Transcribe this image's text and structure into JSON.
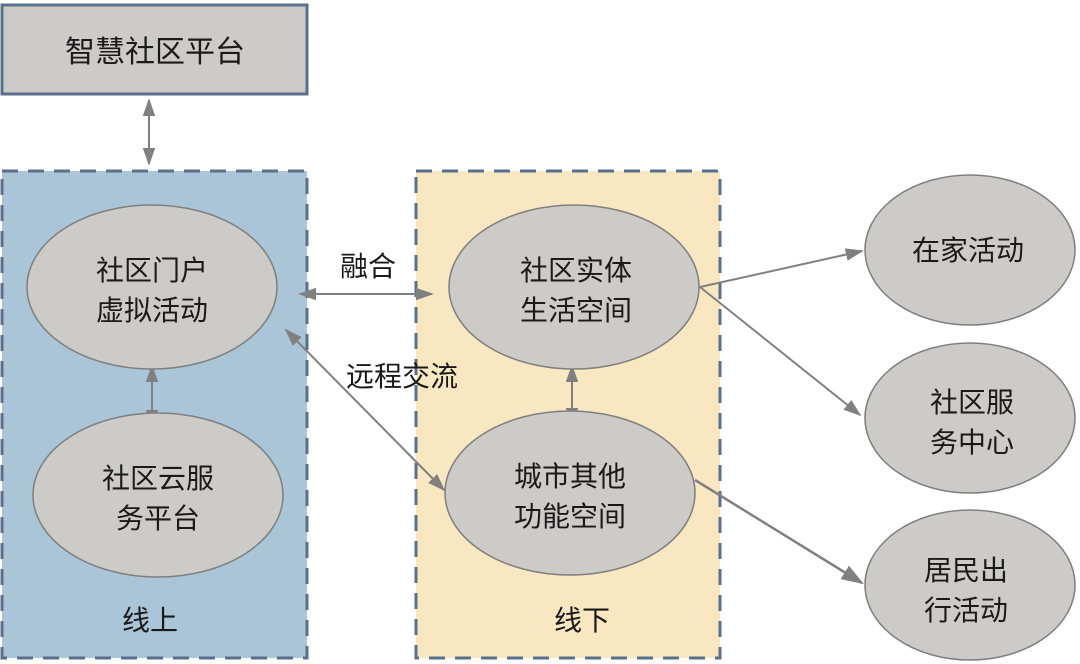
{
  "platform": {
    "label": "智慧社区平台"
  },
  "zones": {
    "online": {
      "label": "线上",
      "fill": "#aac5d8"
    },
    "offline": {
      "label": "线下",
      "fill": "#f8e7c1"
    }
  },
  "nodes": {
    "portal": {
      "line1": "社区门户",
      "line2": "虚拟活动"
    },
    "cloud": {
      "line1": "社区云服",
      "line2": "务平台"
    },
    "physical": {
      "line1": "社区实体",
      "line2": "生活空间"
    },
    "city": {
      "line1": "城市其他",
      "line2": "功能空间"
    },
    "home": {
      "line1": "在家活动"
    },
    "service": {
      "line1": "社区服",
      "line2": "务中心"
    },
    "travel": {
      "line1": "居民出",
      "line2": "行活动"
    }
  },
  "edges": {
    "fusion": {
      "label": "融合"
    },
    "remote": {
      "label": "远程交流"
    }
  },
  "colors": {
    "node_fill": "#cccbc8",
    "node_stroke": "#7f7f7f",
    "arrow": "#808080",
    "border": "#5a708a"
  }
}
